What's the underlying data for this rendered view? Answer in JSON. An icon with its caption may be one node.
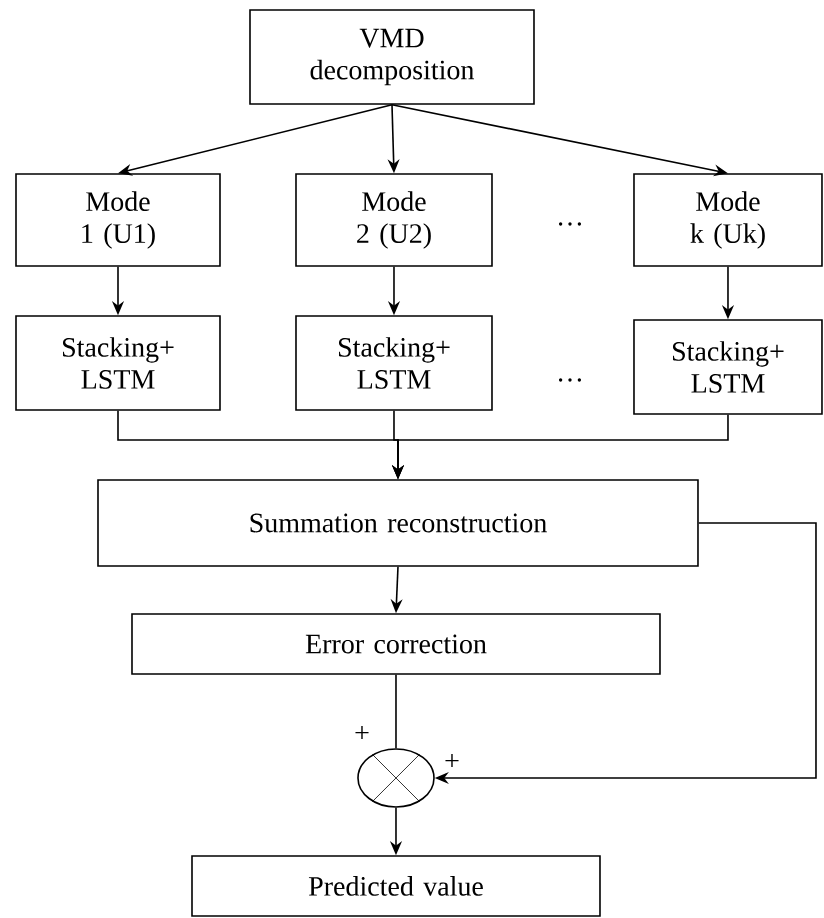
{
  "diagram": {
    "nodes": [
      {
        "text": [
          "VMD decomposition"
        ]
      },
      {
        "text": [
          "Mode 1 (U1)"
        ]
      },
      {
        "text": [
          "Mode 2 (U2)"
        ]
      },
      {
        "text": [
          "Mode k (Uk)"
        ]
      },
      {
        "text": [
          "Stacking+ LSTM"
        ]
      },
      {
        "text": [
          "Stacking+ LSTM"
        ]
      },
      {
        "text": [
          "Stacking+ LSTM"
        ]
      },
      {
        "text": [
          "Summation reconstruction"
        ]
      },
      {
        "text": [
          "Error correction"
        ]
      },
      {
        "text": [],
        "shape": "circle"
      },
      {
        "text": [
          "Predicted value"
        ]
      }
    ],
    "edges": [
      {
        "from": 0,
        "to": 1,
        "arrow": "to"
      },
      {
        "from": 0,
        "to": 2,
        "arrow": "to"
      },
      {
        "from": 0,
        "to": 3,
        "arrow": "to"
      },
      {
        "from": 1,
        "to": 4,
        "arrow": "to"
      },
      {
        "from": 2,
        "to": 5,
        "arrow": "to"
      },
      {
        "from": 3,
        "to": 6,
        "arrow": "to"
      },
      {
        "from": 4,
        "to": 7,
        "arrow": "to"
      },
      {
        "from": 5,
        "to": 7,
        "arrow": "to"
      },
      {
        "from": 6,
        "to": 7,
        "arrow": "to"
      },
      {
        "from": 7,
        "to": 8,
        "arrow": "to"
      },
      {
        "from": 8,
        "to": 9,
        "arrow": "none"
      },
      {
        "from": 7,
        "to": 9,
        "arrow": "to"
      },
      {
        "from": 9,
        "to": 10,
        "arrow": "to"
      }
    ],
    "labels": [
      "…",
      "…",
      "+",
      "+"
    ]
  }
}
